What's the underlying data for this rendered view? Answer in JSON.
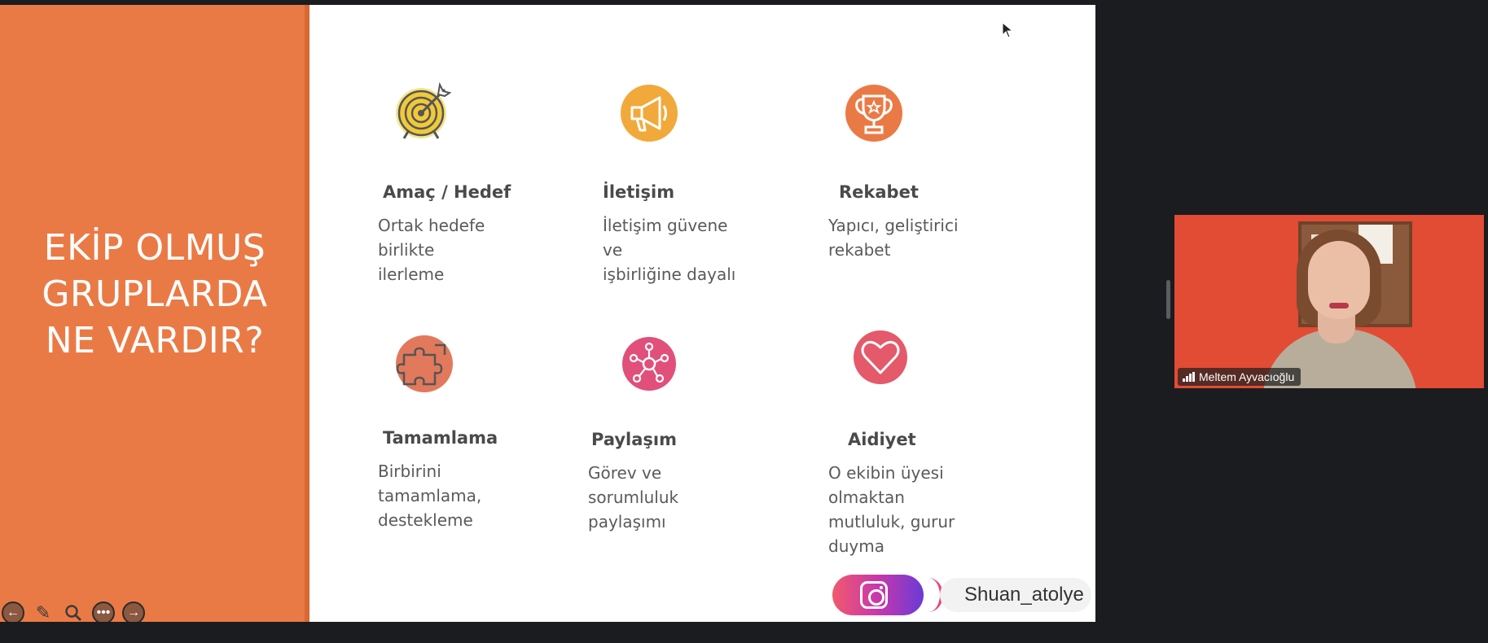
{
  "slide": {
    "title_lines": [
      "EKİP OLMUŞ",
      "GRUPLARDA",
      "NE VARDIR?"
    ],
    "features": [
      {
        "icon": "target-icon",
        "title": "Amaç / Hedef",
        "desc_lines": [
          "Ortak hedefe birlikte",
          "ilerleme"
        ],
        "color": "#f0c93a"
      },
      {
        "icon": "megaphone-icon",
        "title": "İletişim",
        "desc_lines": [
          "İletişim güvene ve",
          "işbirliğine dayalı"
        ],
        "color": "#f2a93b"
      },
      {
        "icon": "trophy-icon",
        "title": "Rekabet",
        "desc_lines": [
          "Yapıcı, geliştirici",
          "rekabet"
        ],
        "color": "#ea7a45"
      },
      {
        "icon": "puzzle-icon",
        "title": "Tamamlama",
        "desc_lines": [
          "Birbirini tamamlama,",
          "destekleme"
        ],
        "color": "#e2795c"
      },
      {
        "icon": "network-icon",
        "title": "Paylaşım",
        "desc_lines": [
          "Görev ve sorumluluk",
          "paylaşımı"
        ],
        "color": "#e0507a"
      },
      {
        "icon": "heart-icon",
        "title": "Aidiyet",
        "desc_lines": [
          "O ekibin üyesi olmaktan",
          "mutluluk, gurur duyma"
        ],
        "color": "#e45a6b"
      }
    ],
    "instagram_handle": "Shuan_atolye",
    "accent_color": "#ea7a45"
  },
  "toolbar": {
    "buttons": [
      "prev-icon",
      "pen-icon",
      "zoom-icon",
      "more-icon",
      "next-icon"
    ]
  },
  "video": {
    "participant_name": "Meltem Ayvacıoğlu"
  }
}
